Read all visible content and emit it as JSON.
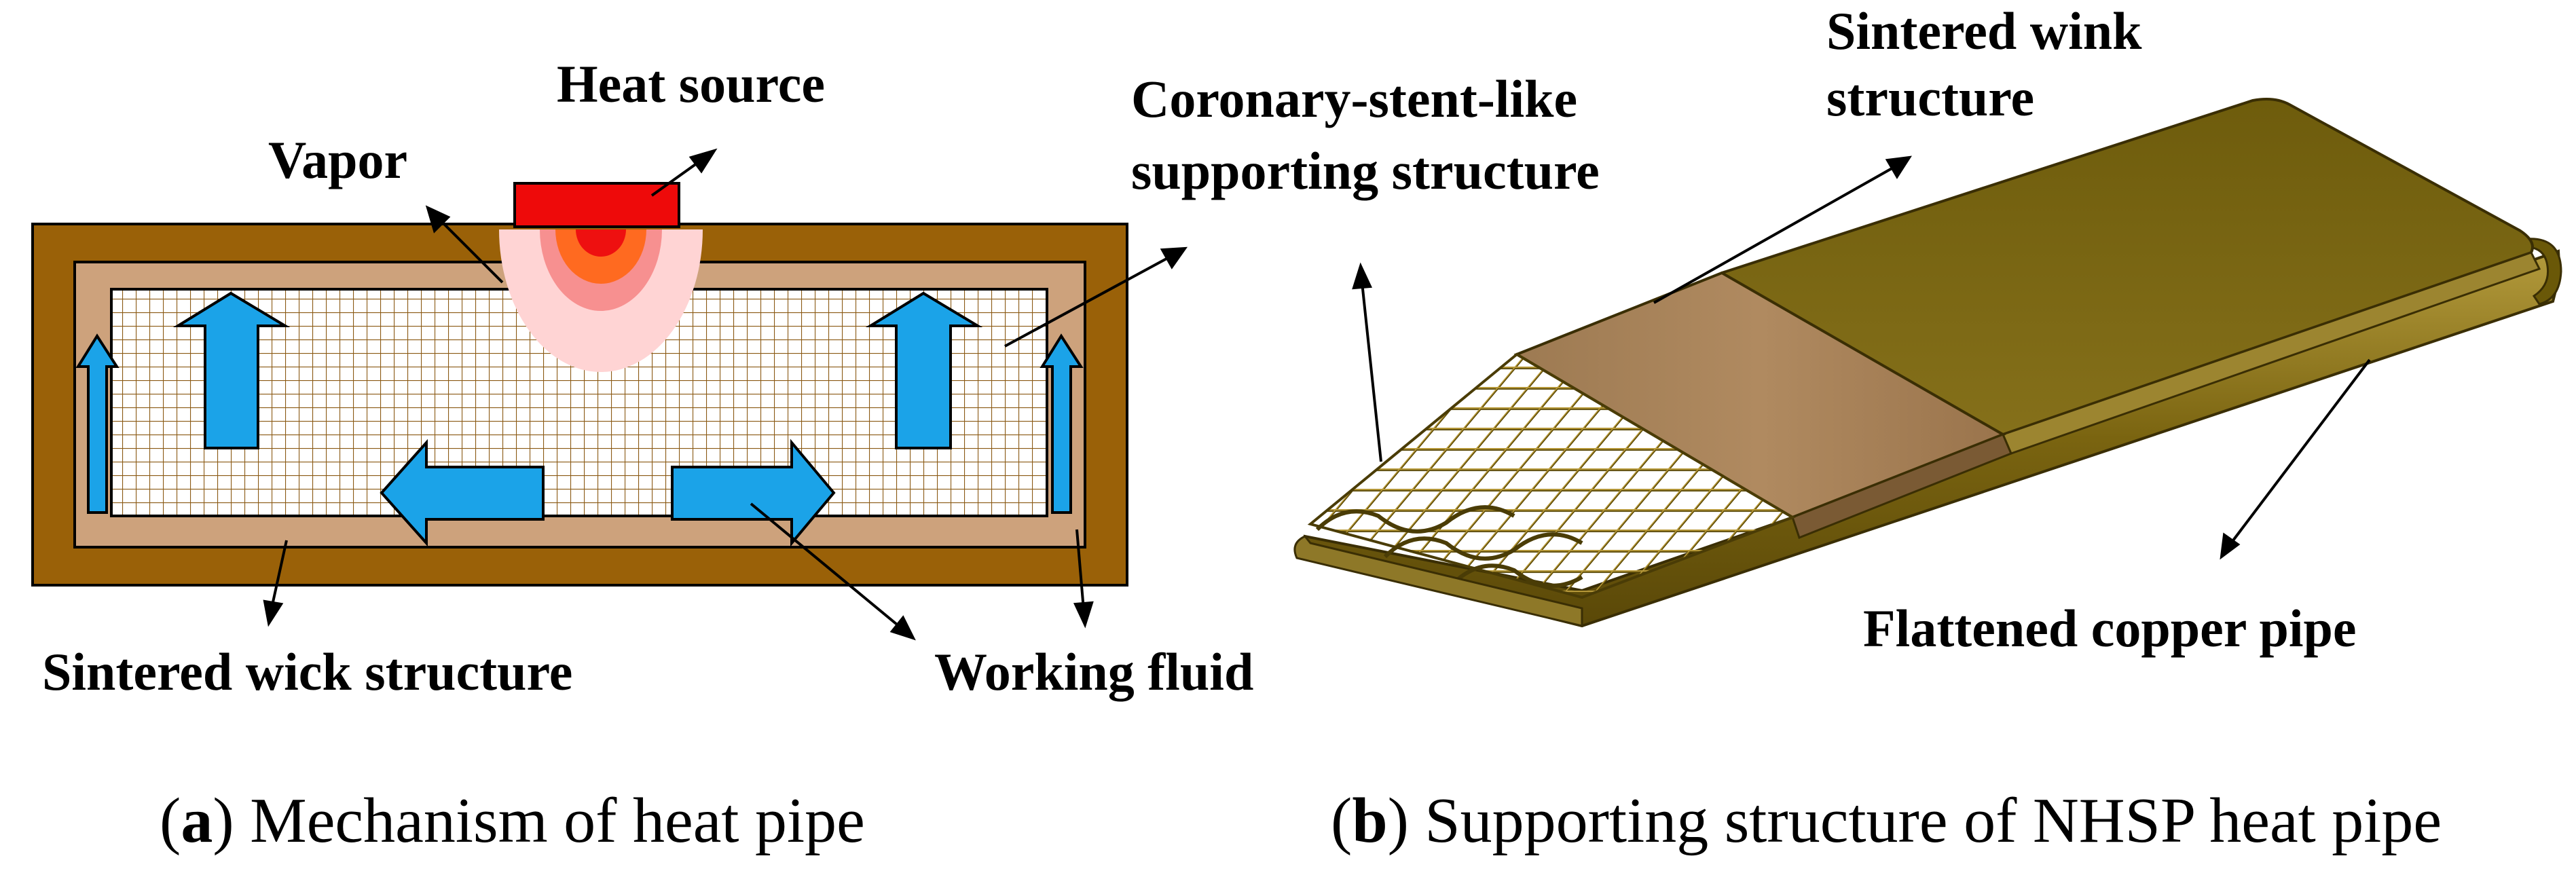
{
  "panel_a": {
    "labels": {
      "heat_source": "Heat source",
      "vapor": "Vapor",
      "sintered_wick": "Sintered wick structure",
      "working_fluid": "Working fluid"
    },
    "caption": {
      "letter": "a",
      "text": "Mechanism of heat pipe"
    }
  },
  "panel_b": {
    "labels": {
      "sintered_wink_line1": "Sintered wink",
      "sintered_wink_line2": "structure",
      "coronary_line1": "Coronary-stent-like",
      "coronary_line2": "supporting structure",
      "flattened_pipe": "Flattened copper pipe"
    },
    "caption": {
      "letter": "b",
      "text": "Supporting structure of NHSP heat pipe"
    }
  },
  "colors": {
    "pipe_wall": "#9a6108",
    "wick": "#cda27c",
    "mesh": "#8b5a14",
    "flow_arrow": "#1ba3e8",
    "heater": "#ee0a0a",
    "copper_pipe": "#7b6712",
    "wick_sheet": "#a07a50"
  }
}
